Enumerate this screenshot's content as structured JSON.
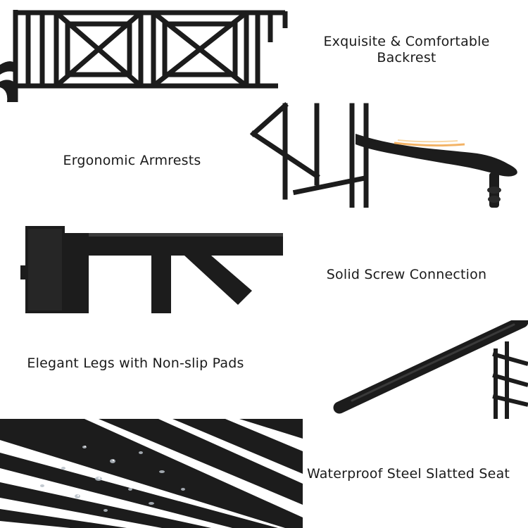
{
  "features": [
    {
      "id": "backrest",
      "label_lines": [
        "Exquisite & Comfortable",
        "Backrest"
      ]
    },
    {
      "id": "armrests",
      "label_lines": [
        "Ergonomic Armrests"
      ]
    },
    {
      "id": "screw",
      "label_lines": [
        "Solid Screw Connection"
      ]
    },
    {
      "id": "legs",
      "label_lines": [
        "Elegant Legs with Non-slip Pads"
      ]
    },
    {
      "id": "seat",
      "label_lines": [
        "Waterproof Steel Slatted Seat"
      ]
    }
  ],
  "colors": {
    "background": "#ffffff",
    "metal": "#1c1c1c",
    "metal_highlight": "#3a3a3a",
    "text": "#1a1a1a",
    "armrest_glow": "#f0a040"
  }
}
